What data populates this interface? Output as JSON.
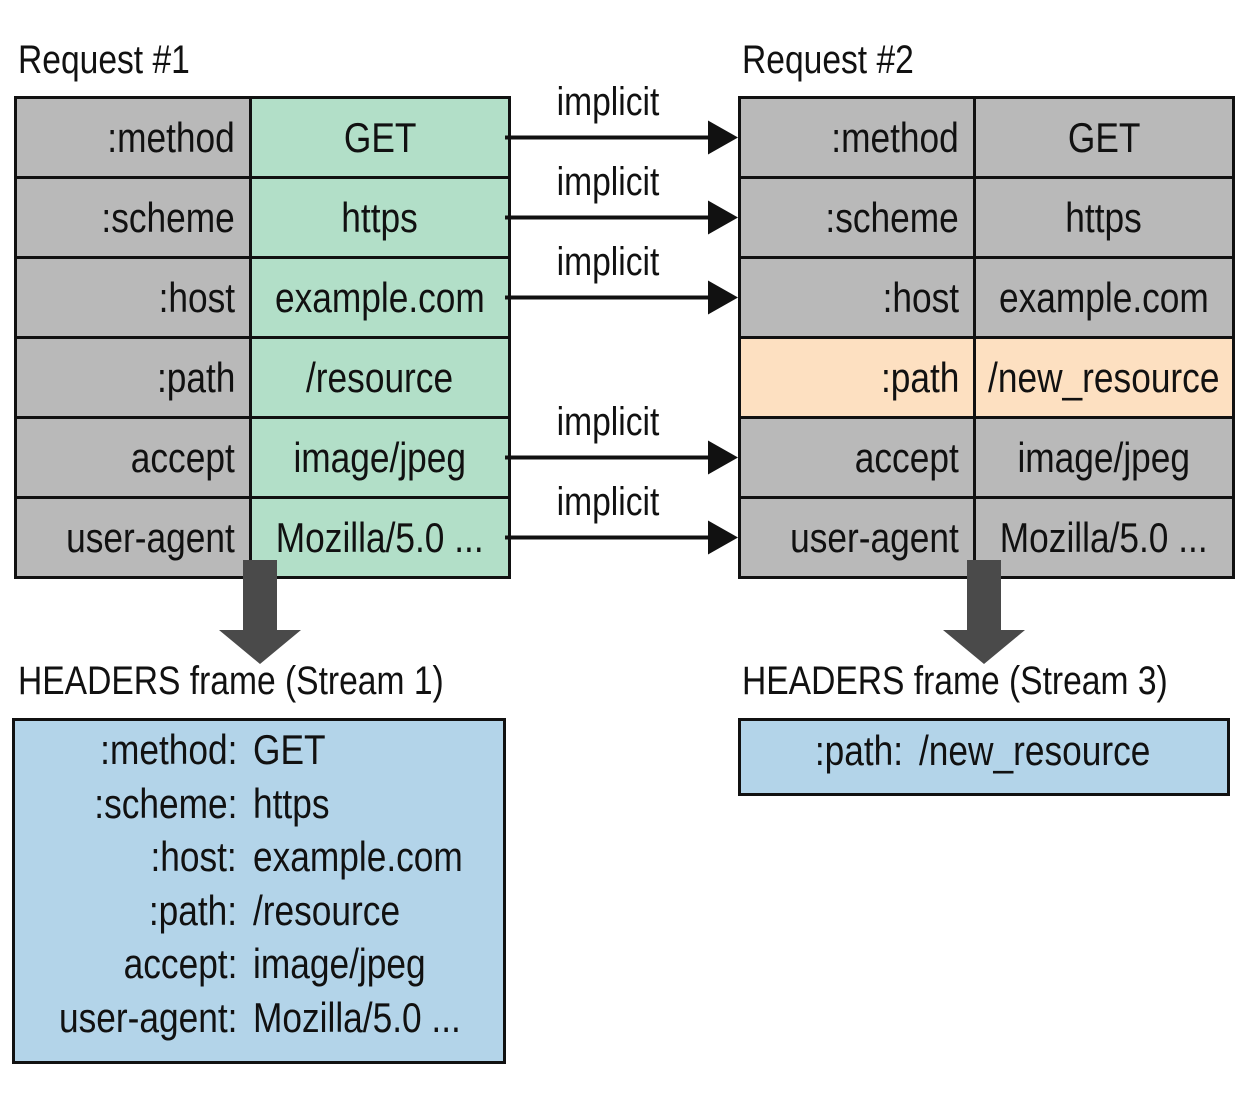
{
  "request1": {
    "title": "Request #1",
    "rows": [
      {
        "key": ":method",
        "value": "GET"
      },
      {
        "key": ":scheme",
        "value": "https"
      },
      {
        "key": ":host",
        "value": "example.com"
      },
      {
        "key": ":path",
        "value": "/resource"
      },
      {
        "key": "accept",
        "value": "image/jpeg"
      },
      {
        "key": "user-agent",
        "value": "Mozilla/5.0 ..."
      }
    ]
  },
  "request2": {
    "title": "Request #2",
    "rows": [
      {
        "key": ":method",
        "value": "GET"
      },
      {
        "key": ":scheme",
        "value": "https"
      },
      {
        "key": ":host",
        "value": "example.com"
      },
      {
        "key": ":path",
        "value": "/new_resource",
        "changed": true
      },
      {
        "key": "accept",
        "value": "image/jpeg"
      },
      {
        "key": "user-agent",
        "value": "Mozilla/5.0 ..."
      }
    ]
  },
  "arrows": [
    {
      "row": 0,
      "label": "implicit"
    },
    {
      "row": 1,
      "label": "implicit"
    },
    {
      "row": 2,
      "label": "implicit"
    },
    {
      "row": 4,
      "label": "implicit"
    },
    {
      "row": 5,
      "label": "implicit"
    }
  ],
  "frame1": {
    "title": "HEADERS frame (Stream 1)",
    "rows": [
      {
        "key": ":method:",
        "value": "GET"
      },
      {
        "key": ":scheme:",
        "value": "https"
      },
      {
        "key": ":host:",
        "value": "example.com"
      },
      {
        "key": ":path:",
        "value": "/resource"
      },
      {
        "key": "accept:",
        "value": "image/jpeg"
      },
      {
        "key": "user-agent:",
        "value": "Mozilla/5.0 ..."
      }
    ]
  },
  "frame3": {
    "title": "HEADERS frame (Stream 3)",
    "rows": [
      {
        "key": ":path:",
        "value": "/new_resource"
      }
    ]
  },
  "colors": {
    "key_gray": "#b9b9b9",
    "value_green": "#b2dfc8",
    "changed_orange": "#fde0c1",
    "frame_blue": "#b3d4e9",
    "down_arrow_gray": "#4a4a4a"
  }
}
